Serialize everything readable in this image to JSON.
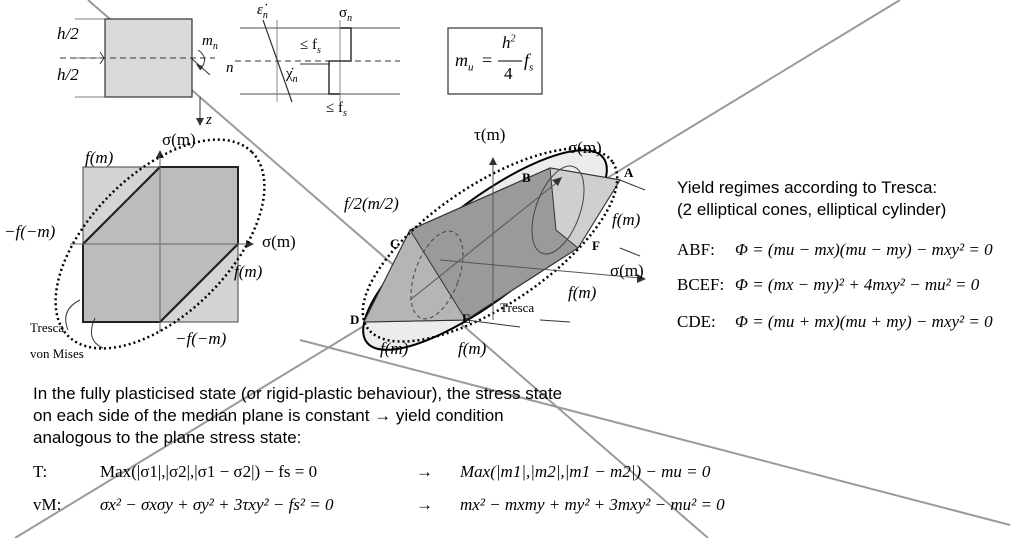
{
  "section_diagram": {
    "h_half_top": "h/2",
    "h_half_bottom": "h/2",
    "m_n": "m",
    "m_n_sub": "n",
    "n_axis": "n",
    "z_axis": "z",
    "eps_dot_n": "ε̇",
    "eps_sub": "n",
    "sigma_n": "σ",
    "sigma_sub": "n",
    "le_fs_top": "≤ f",
    "le_fs_top_sub": "s",
    "kappa_dot_n": "χ̇",
    "kappa_sub": "n",
    "le_fs_bottom": "≤ f",
    "le_fs_bottom_sub": "s"
  },
  "mu_formula": {
    "lhs": "m",
    "lhs_sub": "u",
    "eq": "=",
    "num": "h",
    "num_sup": "2",
    "den": "4",
    "rhs": "f",
    "rhs_sub": "s"
  },
  "plane_diagram": {
    "top_left": "f(m)",
    "s2_axis": "σ(m)",
    "s1_axis": "σ(m)",
    "left_label": "−f(−m)",
    "right_label": "f(m)",
    "bottom_label": "−f(−m)",
    "tresca_label": "Tresca",
    "vonmises_label": "von Mises"
  },
  "cone_diagram": {
    "tau_axis": "τ(m)",
    "sigmay_axis": "σ(m)",
    "sigmax_axis": "σ(m)",
    "half_fs": "f/2(m/2)",
    "pt_A": "A",
    "pt_B": "B",
    "pt_C": "C",
    "pt_D": "D",
    "pt_E": "E",
    "pt_F": "F",
    "fs_mu_right_upper": "f(m)",
    "fs_mu_right_lower": "f(m)",
    "fs_mu_bottom_left": "f(m)",
    "fs_mu_bottom_right": "f(m)",
    "tresca_label": "Tresca"
  },
  "yield_regimes": {
    "title_line1": "Yield regimes according to Tresca:",
    "title_line2": "(2 elliptical cones, elliptical cylinder)",
    "abf_label": "ABF:",
    "abf_eq": "Φ = (mu − mx)(mu − my) − mxy² = 0",
    "bcef_label": "BCEF:",
    "bcef_eq": "Φ = (mx − my)² + 4mxy² − mu² = 0",
    "cde_label": "CDE:",
    "cde_eq": "Φ = (mu + mx)(mu + my) − mxy² = 0"
  },
  "plastic_text": {
    "line1": "In the fully plasticised state (or rigid-plastic behaviour), the stress state",
    "line2": "on each side of the median plane is constant → yield condition",
    "line3": "analogous to the plane stress state:"
  },
  "criteria": {
    "t_label": "T:",
    "t_stress": "Max(|σ1|,|σ2|,|σ1 − σ2|) − fs = 0",
    "arrow1": "→",
    "t_moment": "Max(|m1|,|m2|,|m1 − m2|) − mu = 0",
    "vm_label": "vM:",
    "vm_stress": "σx² − σxσy + σy² + 3τxy² − fs² = 0",
    "arrow2": "→",
    "vm_moment": "mx² − mxmy + my² + 3mxy² − mu² = 0"
  }
}
